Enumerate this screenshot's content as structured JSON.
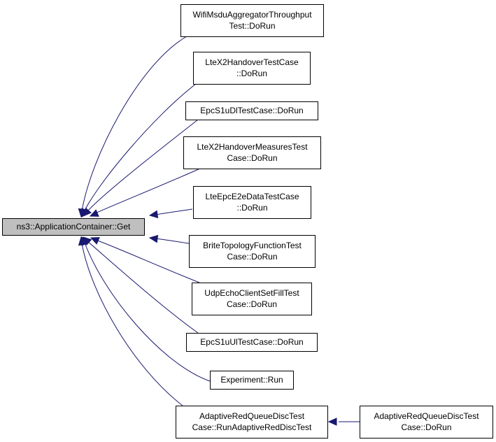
{
  "graph": {
    "root": {
      "id": "root",
      "lines": [
        "ns3::ApplicationContainer::Get"
      ]
    },
    "callers": [
      {
        "id": "n1",
        "lines": [
          "WifiMsduAggregatorThroughput",
          "Test::DoRun"
        ]
      },
      {
        "id": "n2",
        "lines": [
          "LteX2HandoverTestCase",
          "::DoRun"
        ]
      },
      {
        "id": "n3",
        "lines": [
          "EpcS1uDlTestCase::DoRun"
        ]
      },
      {
        "id": "n4",
        "lines": [
          "LteX2HandoverMeasuresTest",
          "Case::DoRun"
        ]
      },
      {
        "id": "n5",
        "lines": [
          "LteEpcE2eDataTestCase",
          "::DoRun"
        ]
      },
      {
        "id": "n6",
        "lines": [
          "BriteTopologyFunctionTest",
          "Case::DoRun"
        ]
      },
      {
        "id": "n7",
        "lines": [
          "UdpEchoClientSetFillTest",
          "Case::DoRun"
        ]
      },
      {
        "id": "n8",
        "lines": [
          "EpcS1uUlTestCase::DoRun"
        ]
      },
      {
        "id": "n9",
        "lines": [
          "Experiment::Run"
        ]
      },
      {
        "id": "n10",
        "lines": [
          "AdaptiveRedQueueDiscTest",
          "Case::RunAdaptiveRedDiscTest"
        ]
      }
    ],
    "secondary": [
      {
        "id": "n11",
        "lines": [
          "AdaptiveRedQueueDiscTest",
          "Case::DoRun"
        ]
      }
    ],
    "edges": [
      {
        "from": "n1",
        "to": "root"
      },
      {
        "from": "n2",
        "to": "root"
      },
      {
        "from": "n3",
        "to": "root"
      },
      {
        "from": "n4",
        "to": "root"
      },
      {
        "from": "n5",
        "to": "root"
      },
      {
        "from": "n6",
        "to": "root"
      },
      {
        "from": "n7",
        "to": "root"
      },
      {
        "from": "n8",
        "to": "root"
      },
      {
        "from": "n9",
        "to": "root"
      },
      {
        "from": "n10",
        "to": "root"
      },
      {
        "from": "n11",
        "to": "n10"
      }
    ],
    "colors": {
      "edge": "#191970",
      "root_fill": "#bfbfbf",
      "node_fill": "#ffffff",
      "border": "#000000"
    }
  }
}
